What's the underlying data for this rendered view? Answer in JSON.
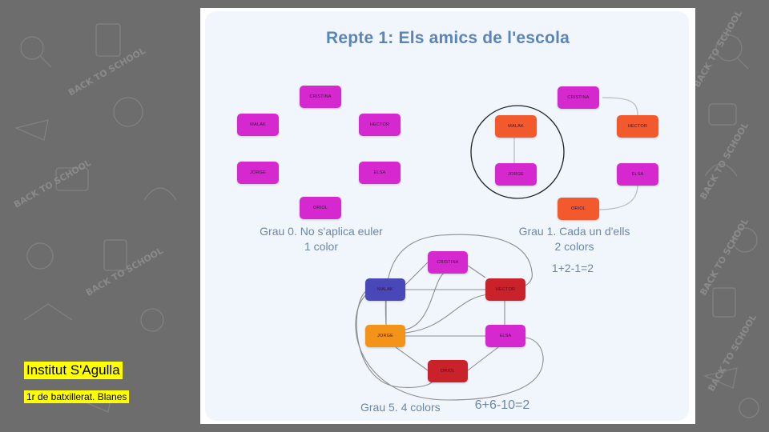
{
  "title": "Repte 1: Els amics de l'escola",
  "colors": {
    "magenta": "#d529cf",
    "orange_red": "#f25a2e",
    "red": "#c9222a",
    "blue": "#4a47b8",
    "orange": "#f39317",
    "badge": "#ffff00"
  },
  "graphs": [
    {
      "id": "grau0",
      "caption": [
        "Grau 0. No s'aplica euler",
        "1 color"
      ],
      "nodes": [
        "CRISTINA",
        "MALAK",
        "HECTOR",
        "JORGE",
        "ELSA",
        "ORIOL"
      ]
    },
    {
      "id": "grau1",
      "caption": [
        "Grau 1. Cada un d'ells",
        "2 colors"
      ],
      "formula": "1+2-1=2",
      "nodes": [
        "CRISTINA",
        "MALAK",
        "HECTOR",
        "JORGE",
        "ELSA",
        "ORIOL"
      ]
    },
    {
      "id": "grau5",
      "caption": [
        "Grau 5. 4 colors"
      ],
      "formula": "6+6-10=2",
      "nodes": [
        "CRISTINA",
        "MALAK",
        "HECTOR",
        "JORGE",
        "ELSA",
        "ORIOL"
      ]
    }
  ],
  "badges": {
    "school": "Institut S'Agulla",
    "course": "1r de batxillerat. Blanes"
  }
}
